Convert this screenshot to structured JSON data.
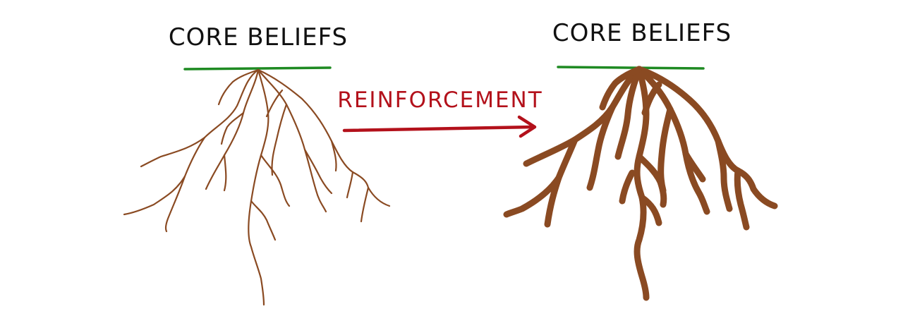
{
  "left": {
    "title": "CORE BELIEFS"
  },
  "right": {
    "title": "CORE BELIEFS"
  },
  "arrow": {
    "label": "REINFORCEMENT"
  },
  "colors": {
    "ground": "#1e8a22",
    "root": "#8a4a22",
    "arrow": "#b3111b",
    "text": "#111111"
  },
  "icons": {
    "left_roots": "thin-roots-icon",
    "right_roots": "thick-roots-icon",
    "arrow": "arrow-right-icon"
  }
}
